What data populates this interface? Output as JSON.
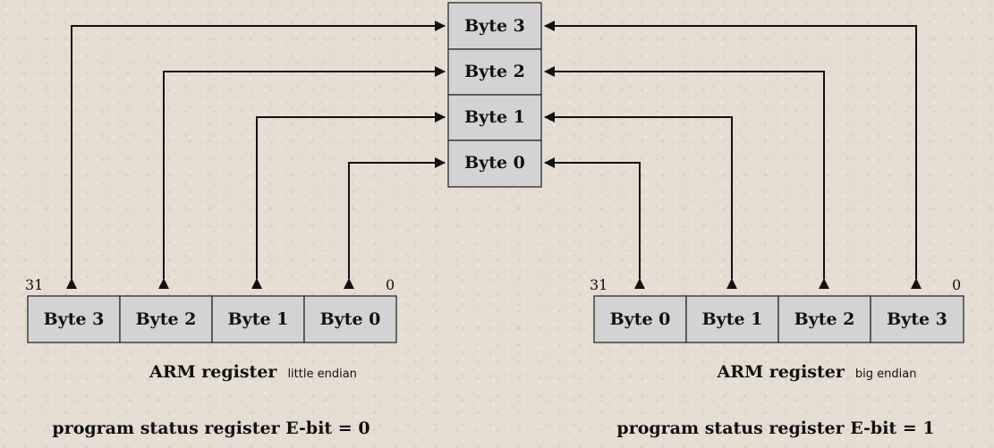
{
  "memory": {
    "cells": [
      "Byte 3",
      "Byte 2",
      "Byte 1",
      "Byte 0"
    ]
  },
  "left_register": {
    "msb_label": "31",
    "lsb_label": "0",
    "cells": [
      "Byte 3",
      "Byte 2",
      "Byte 1",
      "Byte 0"
    ],
    "caption": "ARM register",
    "caption_sub": "little endian",
    "footer": "program status register E-bit = 0"
  },
  "right_register": {
    "msb_label": "31",
    "lsb_label": "0",
    "cells": [
      "Byte 0",
      "Byte 1",
      "Byte 2",
      "Byte 3"
    ],
    "caption": "ARM register",
    "caption_sub": "big endian",
    "footer": "program status register E-bit = 1"
  }
}
